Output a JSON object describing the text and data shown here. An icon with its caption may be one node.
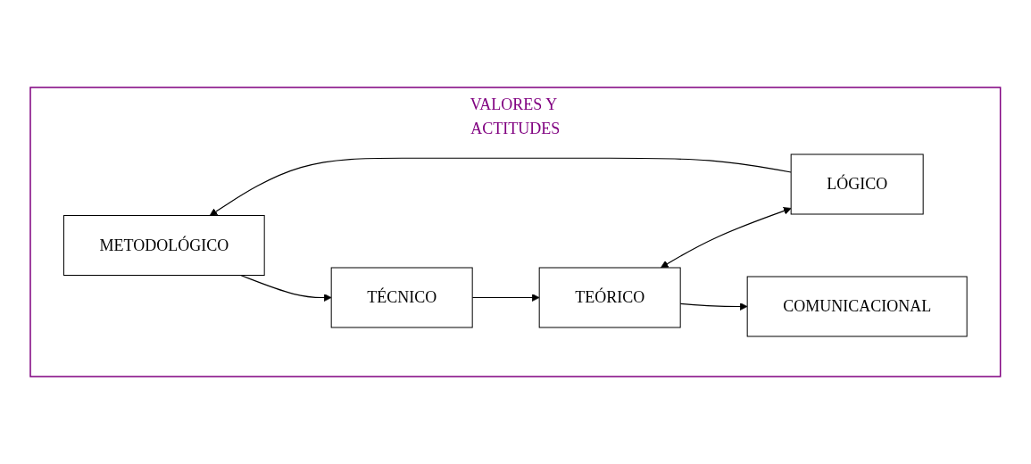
{
  "diagram": {
    "nodes": [
      {
        "text": [
          "VALORES Y ACTITUDES"
        ]
      },
      {
        "text": [
          "METODOLÓGICO"
        ],
        "in": 0
      },
      {
        "text": [
          "LÓGICO"
        ],
        "in": 0
      },
      {
        "text": [
          "TÉCNICO"
        ],
        "in": 0
      },
      {
        "text": [
          "TEÓRICO"
        ],
        "in": 0
      },
      {
        "text": [
          "COMUNICACIONAL"
        ],
        "in": 0
      }
    ],
    "edges": [
      {
        "from": 2,
        "to": 1,
        "arrow": "to"
      },
      {
        "from": 1,
        "to": 3,
        "arrow": "to"
      },
      {
        "from": 3,
        "to": 4,
        "arrow": "to"
      },
      {
        "from": 4,
        "to": 2,
        "arrow": "both"
      },
      {
        "from": 4,
        "to": 5,
        "arrow": "to"
      }
    ]
  }
}
